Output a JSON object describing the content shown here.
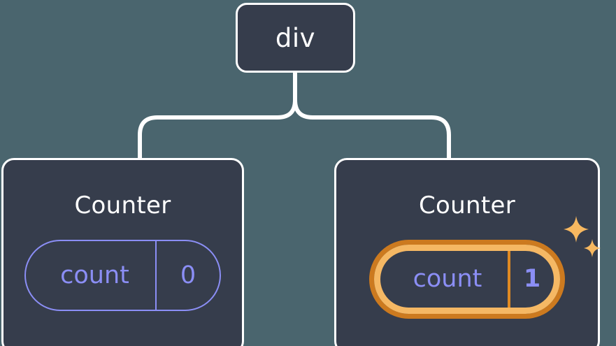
{
  "diagram": {
    "title": "react component tree with highlighted state",
    "type": "component-tree",
    "background_color": "#4a656e",
    "node_fill_color": "#363d4c",
    "node_border_color": "#ffffff",
    "state_color": "#8b8ef5",
    "highlight_outer_color": "#cc7a1f",
    "highlight_inner_color": "#f5b864",
    "sparkle_color": "#f7b860"
  },
  "root": {
    "label": "div"
  },
  "children": [
    {
      "title": "Counter",
      "state": {
        "key": "count",
        "value": "0"
      },
      "highlighted": false,
      "sparkles": false
    },
    {
      "title": "Counter",
      "state": {
        "key": "count",
        "value": "1"
      },
      "highlighted": true,
      "sparkles": true,
      "sparkle_icons": [
        "sparkle-large",
        "sparkle-small"
      ]
    }
  ],
  "edges": [
    {
      "from": "div",
      "to": "Counter (left)"
    },
    {
      "from": "div",
      "to": "Counter (right)"
    }
  ]
}
